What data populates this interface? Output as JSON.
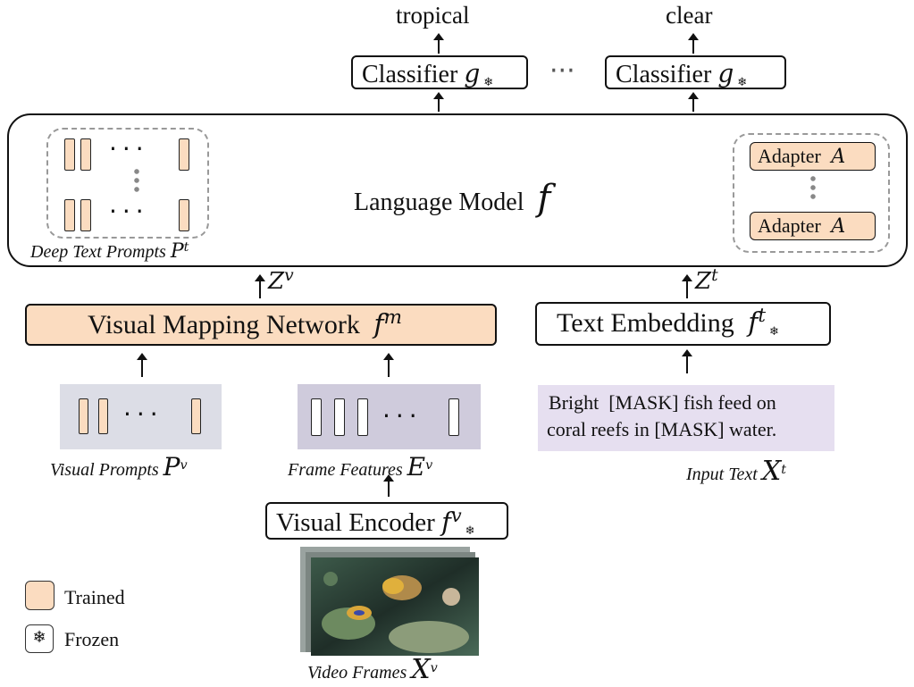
{
  "outputs": {
    "left": "tropical",
    "right": "clear"
  },
  "classifier": {
    "label": "Classifier",
    "symbol": "g",
    "frozen_icon": "❄",
    "between_dots": "···"
  },
  "language_model": {
    "label": "Language Model",
    "symbol": "f"
  },
  "deep_prompts": {
    "label": "Deep Text Prompts",
    "symbol": "P",
    "sup": "t"
  },
  "adapter": {
    "label": "Adapter",
    "symbol": "A"
  },
  "z_visual": {
    "symbol": "Z",
    "sup": "v"
  },
  "z_text": {
    "symbol": "Z",
    "sup": "t"
  },
  "visual_mapping": {
    "label": "Visual Mapping Network",
    "symbol": "f",
    "sup": "m"
  },
  "text_embedding": {
    "label": "Text Embedding",
    "symbol": "f",
    "sup": "t"
  },
  "visual_prompts": {
    "label": "Visual Prompts",
    "symbol": "P",
    "sup": "v"
  },
  "frame_features": {
    "label": "Frame Features",
    "symbol": "E",
    "sup": "v"
  },
  "input_text": {
    "content_line1": "Bright  [MASK] fish feed on",
    "content_line2": "coral reefs in [MASK] water.",
    "label": "Input Text",
    "symbol": "X",
    "sup": "t"
  },
  "visual_encoder": {
    "label": "Visual Encoder",
    "symbol": "f",
    "sup": "v"
  },
  "video_frames": {
    "label": "Video Frames",
    "symbol": "X",
    "sup": "v"
  },
  "legend": {
    "trained": "Trained",
    "frozen": "Frozen",
    "frozen_icon": "❄"
  },
  "colors": {
    "trained": "#fbdcc0",
    "prompt_bg": "#dcdde6",
    "feature_bg": "#cfcbdc",
    "text_bg": "#e6dff0",
    "dashed": "#999999"
  }
}
